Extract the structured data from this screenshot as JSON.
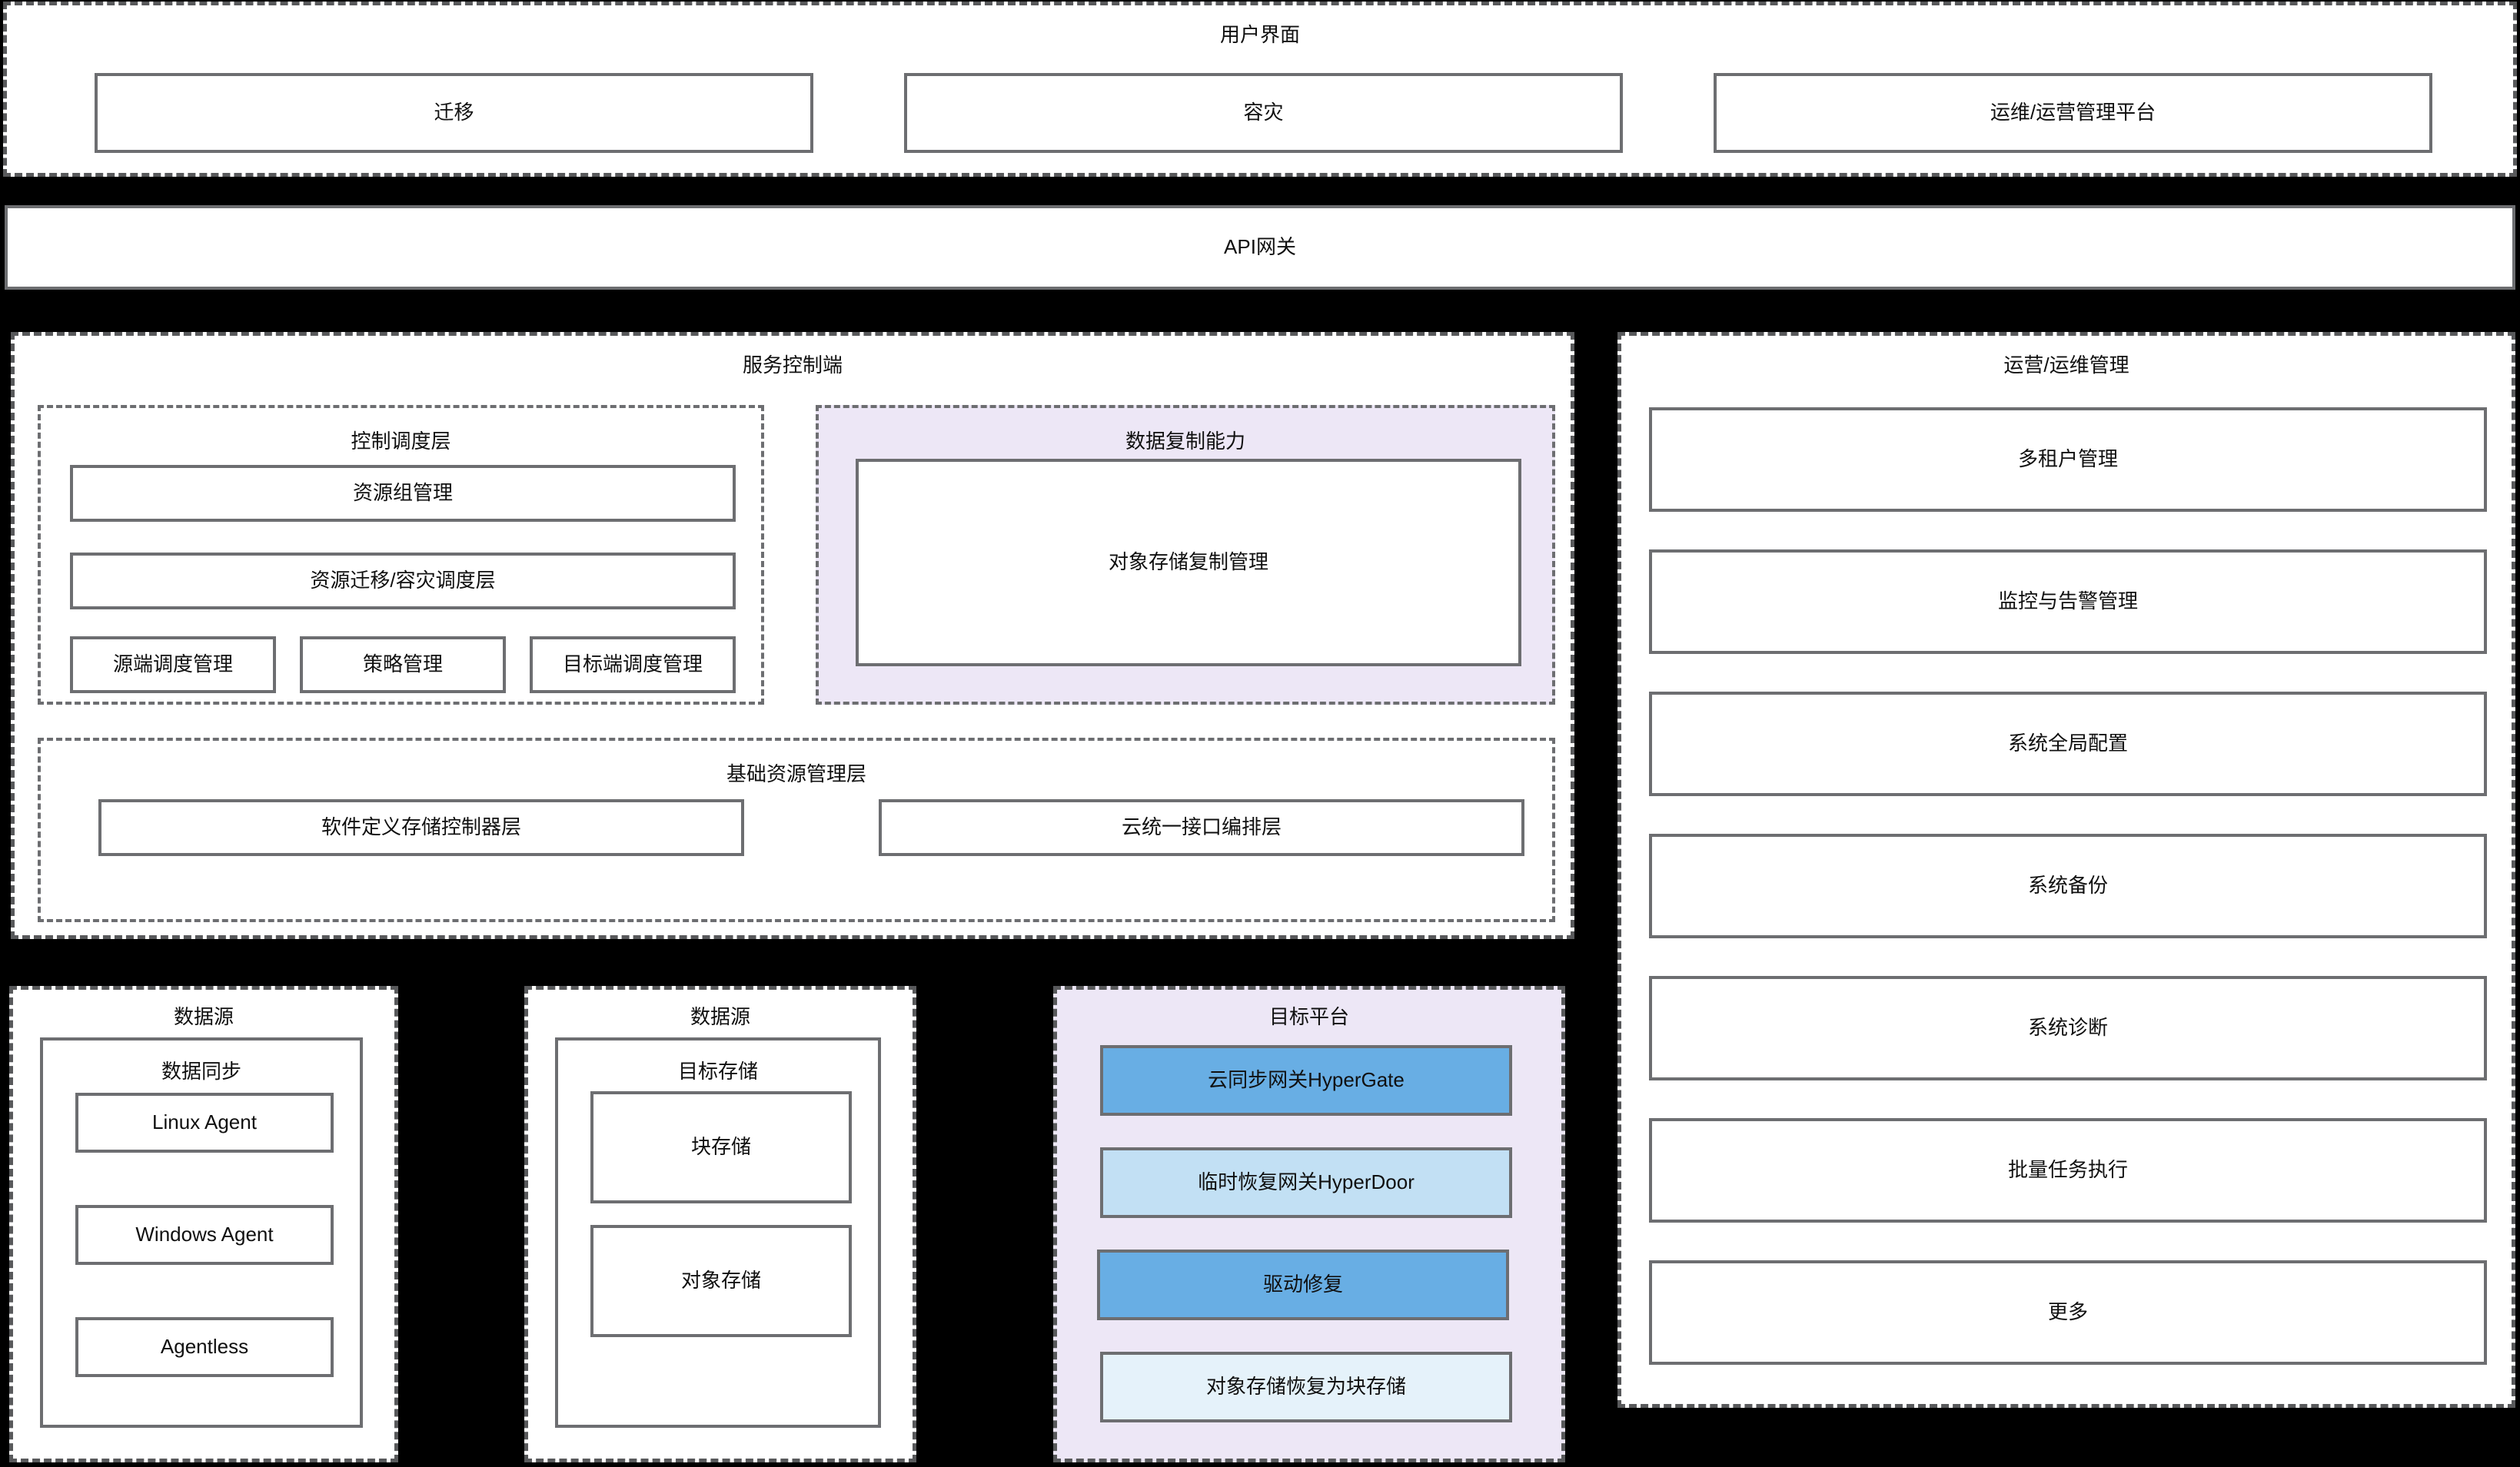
{
  "theme": {
    "background": "#000000",
    "panel_bg": "#ffffff",
    "lavender_bg": "#ede7f6",
    "blue": "#68aee4",
    "light_blue": "#c2e0f4",
    "pale_cyan": "#e5f2fa",
    "border": "#6d6e71",
    "text": "#101010"
  },
  "user_interface": {
    "title": "用户界面",
    "items": [
      {
        "label": "迁移"
      },
      {
        "label": "容灾"
      },
      {
        "label": "运维/运营管理平台"
      }
    ]
  },
  "api_gateway": {
    "label": "API网关"
  },
  "service_control": {
    "title": "服务控制端",
    "control_scheduling": {
      "title": "控制调度层",
      "wide_items": [
        {
          "label": "资源组管理"
        },
        {
          "label": "资源迁移/容灾调度层"
        }
      ],
      "row_items": [
        {
          "label": "源端调度管理"
        },
        {
          "label": "策略管理"
        },
        {
          "label": "目标端调度管理"
        }
      ]
    },
    "data_replication": {
      "title": "数据复制能力",
      "items": [
        {
          "label": "对象存储复制管理"
        }
      ]
    },
    "base_resource": {
      "title": "基础资源管理层",
      "items": [
        {
          "label": "软件定义存储控制器层"
        },
        {
          "label": "云统一接口编排层"
        }
      ]
    }
  },
  "ops_management": {
    "title": "运营/运维管理",
    "items": [
      {
        "label": "多租户管理"
      },
      {
        "label": "监控与告警管理"
      },
      {
        "label": "系统全局配置"
      },
      {
        "label": "系统备份"
      },
      {
        "label": "系统诊断"
      },
      {
        "label": "批量任务执行"
      },
      {
        "label": "更多"
      }
    ]
  },
  "data_source_agents": {
    "title": "数据源",
    "group": {
      "title": "数据同步",
      "items": [
        {
          "label": "Linux Agent"
        },
        {
          "label": "Windows Agent"
        },
        {
          "label": "Agentless"
        }
      ]
    }
  },
  "data_source_storage": {
    "title": "数据源",
    "group": {
      "title": "目标存储",
      "items": [
        {
          "label": "块存储"
        },
        {
          "label": "对象存储"
        }
      ]
    }
  },
  "target_platform": {
    "title": "目标平台",
    "items": [
      {
        "label": "云同步网关HyperGate",
        "color": "#68aee4"
      },
      {
        "label": "临时恢复网关HyperDoor",
        "color": "#c2e0f4"
      },
      {
        "label": "驱动修复",
        "color": "#68aee4"
      },
      {
        "label": "对象存储恢复为块存储",
        "color": "#e5f2fa"
      }
    ]
  }
}
